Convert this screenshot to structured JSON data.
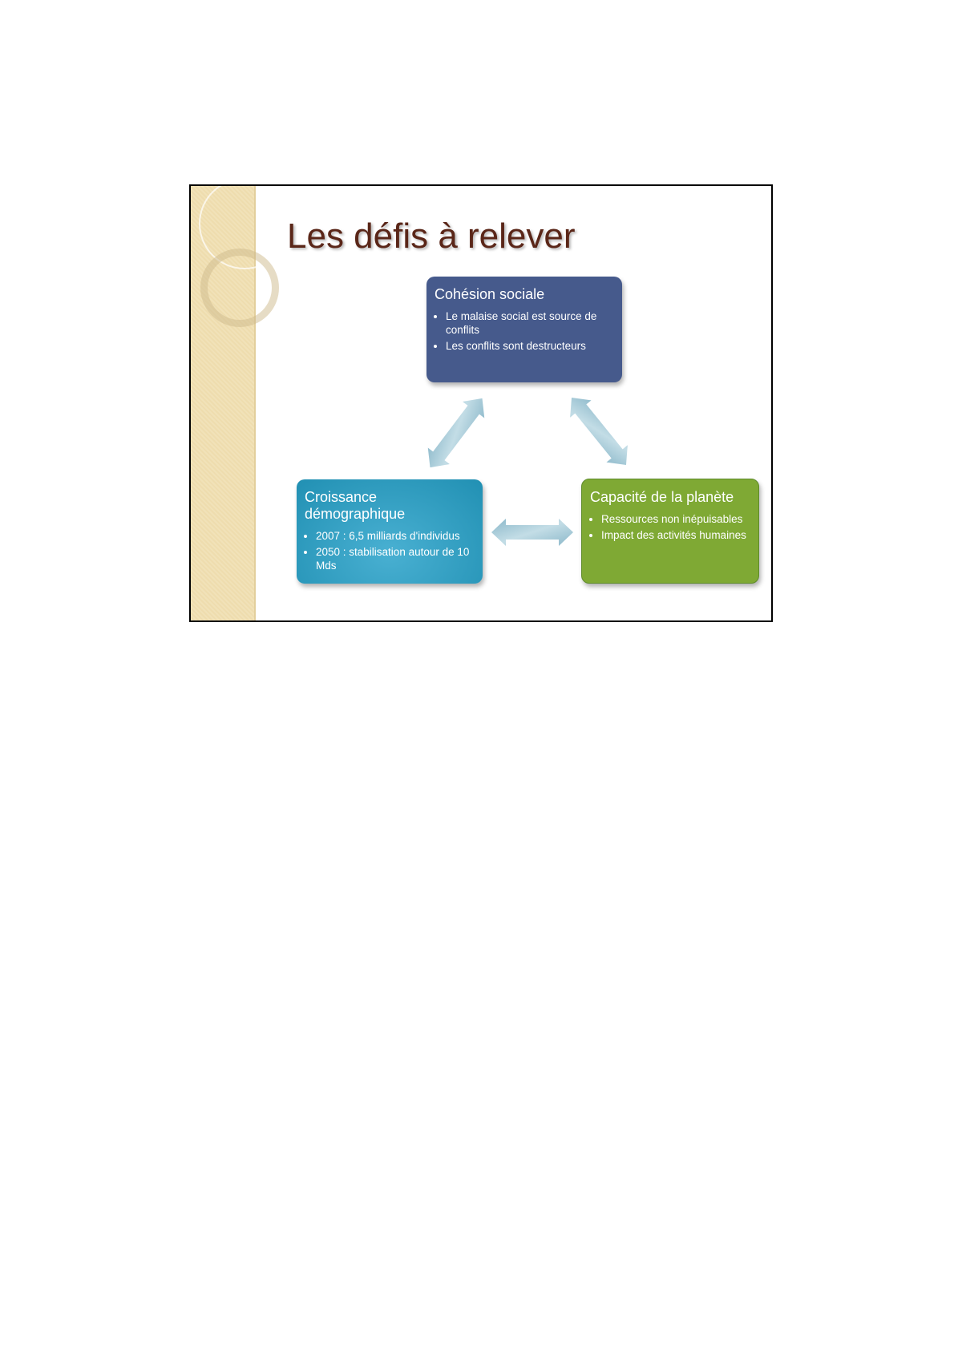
{
  "title": "Les défis à relever",
  "boxes": [
    {
      "title": "Cohésion sociale",
      "bullets": [
        "Le malaise social est source de conflits",
        "Les conflits sont destructeurs"
      ],
      "color": "#465a8c"
    },
    {
      "title": "Croissance démographique",
      "bullets": [
        "2007 : 6,5 milliards d'individus",
        "2050 : stabilisation autour de 10 Mds"
      ],
      "color": "#2a9cc0"
    },
    {
      "title": "Capacité de la planète",
      "bullets": [
        "Ressources non inépuisables",
        "Impact des activités humaines"
      ],
      "color": "#7fa934"
    }
  ]
}
